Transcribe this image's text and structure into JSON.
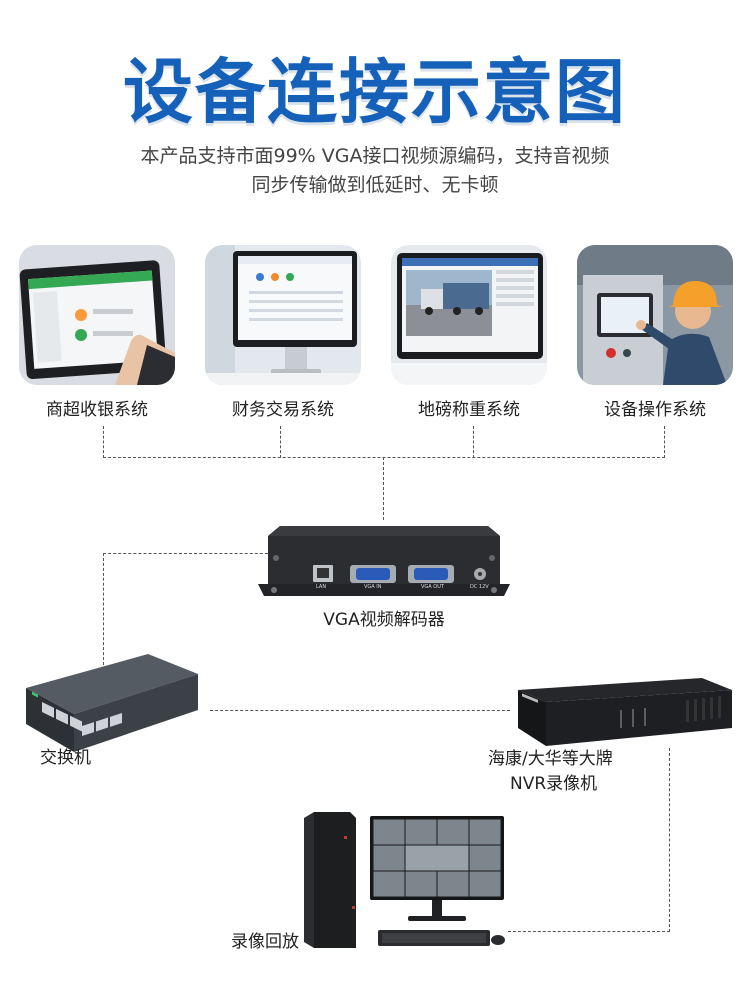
{
  "header": {
    "title": "设备连接示意图",
    "subtitle_line1": "本产品支持市面99% VGA接口视频源编码，支持音视频",
    "subtitle_line2": "同步传输做到低延时、无卡顿"
  },
  "systems": [
    {
      "label": "商超收银系统",
      "icon": "pos-touchscreen-image"
    },
    {
      "label": "财务交易系统",
      "icon": "finance-monitor-image"
    },
    {
      "label": "地磅称重系统",
      "icon": "weighbridge-monitor-image"
    },
    {
      "label": "设备操作系统",
      "icon": "industrial-operator-image"
    }
  ],
  "decoder": {
    "label": "VGA视频解码器",
    "ports": [
      "LAN",
      "VGA IN",
      "VGA OUT",
      "DC 12V"
    ]
  },
  "switch": {
    "label": "交换机"
  },
  "nvr": {
    "label_line1": "海康/大华等大牌",
    "label_line2": "NVR录像机"
  },
  "playback": {
    "label": "录像回放"
  },
  "colors": {
    "title": "#1560b8",
    "line": "#555555",
    "device_dark": "#2a2a2c"
  }
}
